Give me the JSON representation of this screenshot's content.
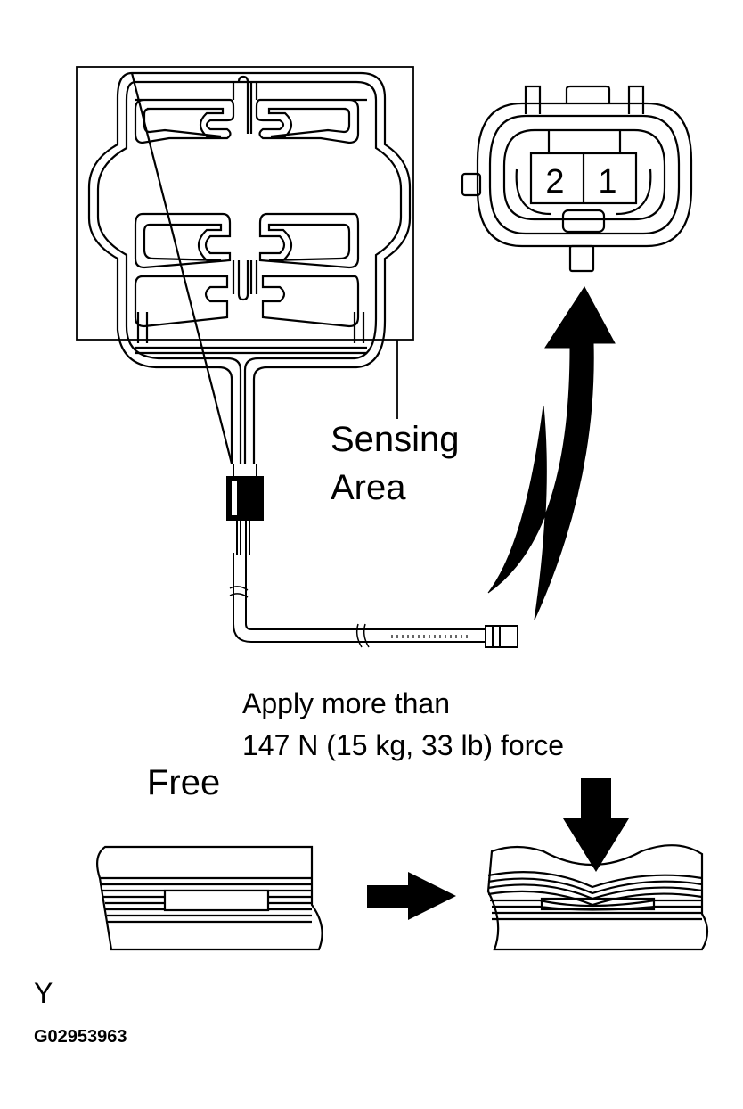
{
  "labels": {
    "sensing_line1": "Sensing",
    "sensing_line2": "Area",
    "force_line1": "Apply more than",
    "force_line2": "147 N (15 kg, 33 lb) force",
    "free": "Free",
    "corner_letter": "Y",
    "figure_code": "G02953963"
  },
  "connector": {
    "pin_left": "2",
    "pin_right": "1"
  },
  "colors": {
    "ink": "#000000",
    "paper": "#ffffff"
  }
}
